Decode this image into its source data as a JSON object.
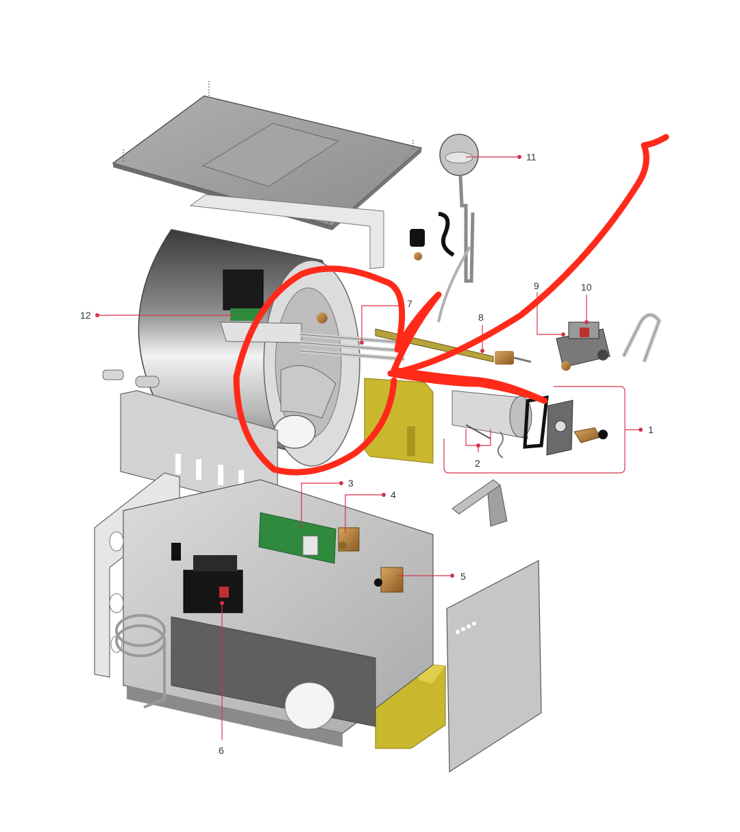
{
  "diagram": {
    "callouts": [
      {
        "id": "1",
        "label": "1"
      },
      {
        "id": "2",
        "label": "2"
      },
      {
        "id": "3",
        "label": "3"
      },
      {
        "id": "4",
        "label": "4"
      },
      {
        "id": "5",
        "label": "5"
      },
      {
        "id": "6",
        "label": "6"
      },
      {
        "id": "7",
        "label": "7"
      },
      {
        "id": "8",
        "label": "8"
      },
      {
        "id": "9",
        "label": "9"
      },
      {
        "id": "10",
        "label": "10"
      },
      {
        "id": "11",
        "label": "11"
      },
      {
        "id": "12",
        "label": "12"
      }
    ],
    "colors": {
      "callout_line": "#d6324a",
      "annotation_marker": "#ff2a1a",
      "panel_light": "#d0d0d0",
      "panel_mid": "#a8a8a8",
      "panel_dark": "#4a4a4a",
      "insulation": "#c9b82e",
      "circuit_board": "#2f8a3e",
      "brass": "#b08040"
    }
  }
}
